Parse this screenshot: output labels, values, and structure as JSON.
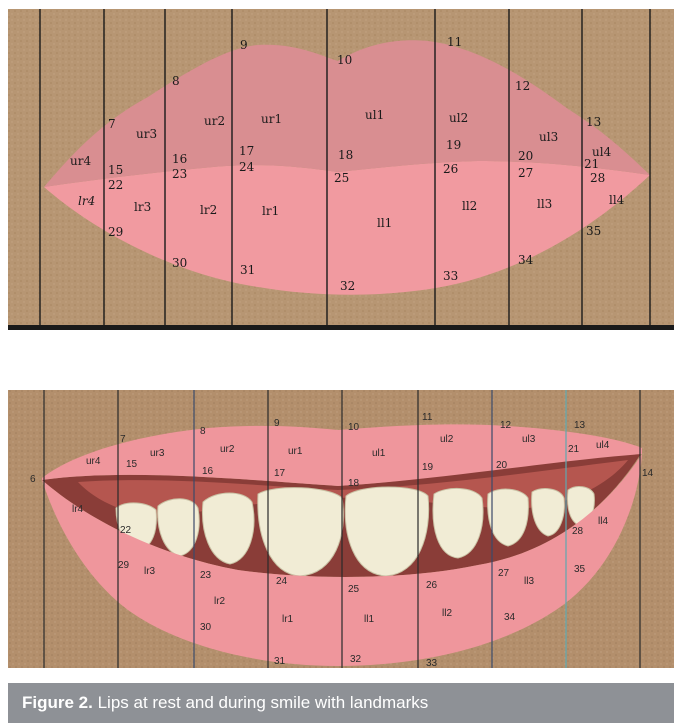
{
  "figure": {
    "caption_label": "Figure 2.",
    "caption_text": " Lips at rest and during smile with landmarks"
  },
  "colors": {
    "skin": "#b79673",
    "upper_lip_rest": "#d98e91",
    "lower_lip_rest": "#f19aa0",
    "lip_smile": "#ef969c",
    "teeth": "#f1ecd5",
    "gums": "#b5564f",
    "grid_line": "#1a1a1a",
    "caption_bar": "#8e9196"
  },
  "rest": {
    "landmarks": [
      "9",
      "10",
      "11",
      "8",
      "12",
      "7",
      "13",
      "15",
      "16",
      "17",
      "18",
      "19",
      "20",
      "21",
      "22",
      "23",
      "24",
      "25",
      "26",
      "27",
      "28",
      "29",
      "30",
      "31",
      "32",
      "33",
      "34",
      "35"
    ],
    "regions": [
      "ur4",
      "ur3",
      "ur2",
      "ur1",
      "ul1",
      "ul2",
      "ul3",
      "ul4",
      "lr4",
      "lr3",
      "lr2",
      "lr1",
      "ll1",
      "ll2",
      "ll3",
      "ll4"
    ]
  },
  "smile": {
    "landmarks": [
      "6",
      "7",
      "8",
      "9",
      "10",
      "11",
      "12",
      "13",
      "14",
      "15",
      "16",
      "17",
      "18",
      "19",
      "20",
      "21",
      "22",
      "23",
      "24",
      "25",
      "26",
      "27",
      "28",
      "29",
      "30",
      "31",
      "32",
      "33",
      "34",
      "35"
    ],
    "regions": [
      "ur4",
      "ur3",
      "ur2",
      "ur1",
      "ul1",
      "ul2",
      "ul3",
      "ul4",
      "lr4",
      "lr3",
      "lr2",
      "lr1",
      "ll1",
      "ll2",
      "ll3",
      "ll4"
    ]
  }
}
